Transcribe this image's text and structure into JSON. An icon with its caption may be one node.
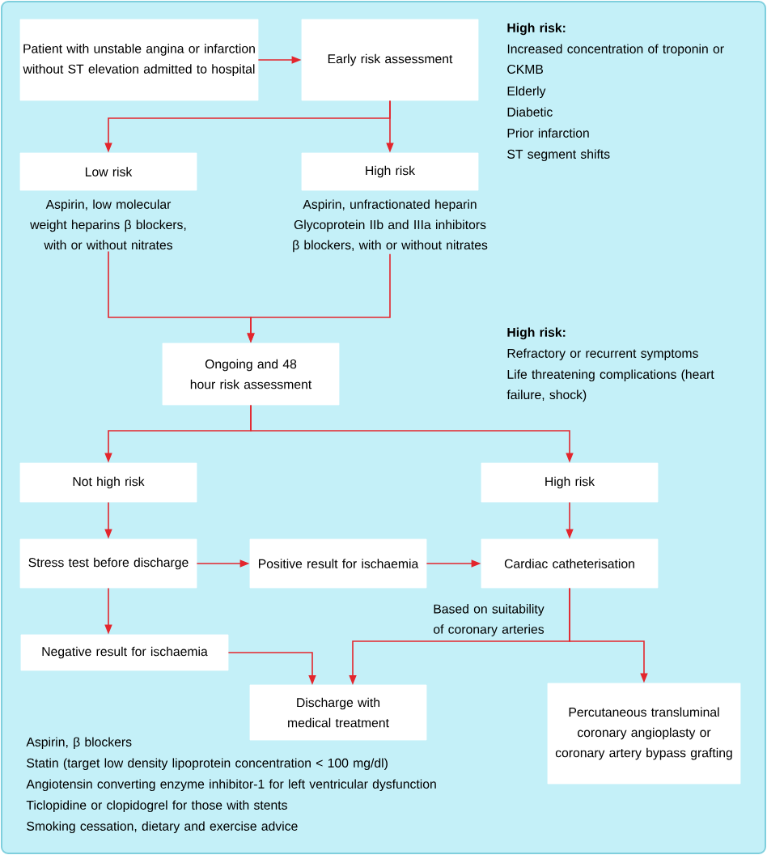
{
  "diagram": {
    "nodes": [
      {
        "text": [
          "Patient with unstable angina or infarction without ST elevation admitted to hospital"
        ]
      },
      {
        "text": [
          "Early risk assessment"
        ]
      },
      {
        "text": [
          "Low risk"
        ],
        "beside": [
          "Aspirin, low molecular weight heparins β blockers, with or without nitrates"
        ]
      },
      {
        "text": [
          "High risk"
        ],
        "beside": [
          "Aspirin, unfractionated heparin Glycoprotein IIb and IIIa inhibitors β blockers, with or without nitrates"
        ]
      },
      {
        "text": [
          "Ongoing and 48 hour risk assessment"
        ]
      },
      {
        "text": [
          "Not high risk"
        ]
      },
      {
        "text": [
          "High risk"
        ]
      },
      {
        "text": [
          "Stress test before discharge"
        ]
      },
      {
        "text": [
          "Positive result for ischaemia"
        ]
      },
      {
        "text": [
          "Cardiac catheterisation"
        ]
      },
      {
        "text": [
          "Negative result for ischaemia"
        ]
      },
      {
        "text": [
          "Discharge with medical treatment"
        ]
      },
      {
        "text": [
          "Percutaneous transluminal coronary angioplasty or coronary artery bypass grafting"
        ]
      }
    ],
    "edges": [
      {
        "from": 0,
        "to": 1,
        "arrow": "to"
      },
      {
        "from": 1,
        "to": 2,
        "arrow": "to"
      },
      {
        "from": 1,
        "to": 3,
        "arrow": "to"
      },
      {
        "from": 2,
        "to": 4,
        "arrow": "to"
      },
      {
        "from": 3,
        "to": 4,
        "arrow": "to"
      },
      {
        "from": 4,
        "to": 5,
        "arrow": "to"
      },
      {
        "from": 4,
        "to": 6,
        "arrow": "to"
      },
      {
        "from": 5,
        "to": 7,
        "arrow": "to"
      },
      {
        "from": 6,
        "to": 9,
        "arrow": "to"
      },
      {
        "from": 7,
        "to": 8,
        "arrow": "to"
      },
      {
        "from": 8,
        "to": 9,
        "arrow": "to"
      },
      {
        "from": 7,
        "to": 10,
        "arrow": "to"
      },
      {
        "from": 10,
        "to": 11,
        "arrow": "to"
      },
      {
        "from": 9,
        "to": 11,
        "arrow": "to",
        "label": "Based on suitability of coronary arteries"
      },
      {
        "from": 9,
        "to": 12,
        "arrow": "to"
      }
    ],
    "labels": [
      "High risk:",
      "Increased concentration of troponin or CKMB",
      "Elderly",
      "Diabetic",
      "Prior infarction",
      "ST segment shifts",
      "High risk:",
      "Refractory or recurrent symptoms",
      "Life threatening complications (heart failure, shock)",
      "Aspirin, β blockers",
      "Statin (target low density lipoprotein concentration < 100 mg/dl)",
      "Angiotensin converting enzyme inhibitor-1 for left ventricular dysfunction",
      "Ticlopidine or clopidogrel for those with stents",
      "Smoking cessation, dietary and exercise advice"
    ]
  }
}
